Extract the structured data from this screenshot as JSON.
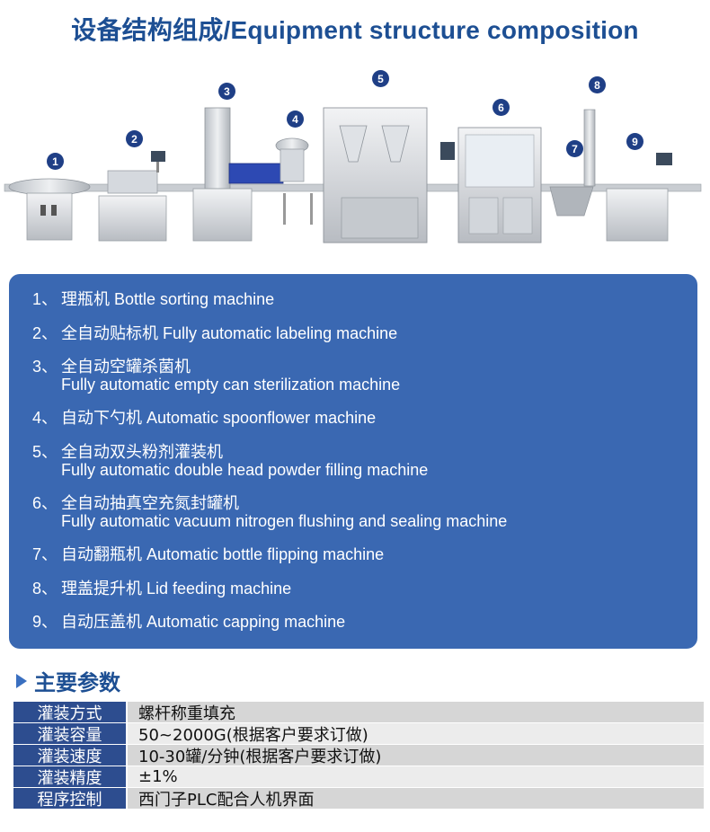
{
  "title": "设备结构组成/Equipment structure composition",
  "badges": [
    "1",
    "2",
    "3",
    "4",
    "5",
    "6",
    "7",
    "8",
    "9"
  ],
  "items": [
    {
      "num": "1、",
      "cn": "理瓶机",
      "en": "Bottle sorting machine",
      "inline": true
    },
    {
      "num": "2、",
      "cn": "全自动贴标机",
      "en": " Fully automatic labeling machine",
      "inline": true
    },
    {
      "num": "3、",
      "cn": "全自动空罐杀菌机",
      "en": "Fully automatic empty can sterilization machine",
      "inline": false
    },
    {
      "num": "4、",
      "cn": "自动下勺机",
      "en": "Automatic spoonflower machine",
      "inline": true
    },
    {
      "num": "5、",
      "cn": "全自动双头粉剂灌装机",
      "en": "Fully automatic double head powder filling machine",
      "inline": false
    },
    {
      "num": "6、",
      "cn": "全自动抽真空充氮封罐机",
      "en": "Fully automatic vacuum nitrogen flushing and sealing machine",
      "inline": false
    },
    {
      "num": "7、",
      "cn": "自动翻瓶机",
      "en": "Automatic bottle flipping machine",
      "inline": true
    },
    {
      "num": "8、",
      "cn": "理盖提升机",
      "en": " Lid feeding machine",
      "inline": true
    },
    {
      "num": "9、",
      "cn": "自动压盖机",
      "en": "Automatic capping machine",
      "inline": true
    }
  ],
  "params_title": "主要参数",
  "params": [
    {
      "k": "灌装方式",
      "v": "螺杆称重填充"
    },
    {
      "k": "灌装容量",
      "v": "50~2000G(根据客户要求订做)"
    },
    {
      "k": "灌装速度",
      "v": "10-30罐/分钟(根据客户要求订做)"
    },
    {
      "k": "灌装精度",
      "v": "±1%"
    },
    {
      "k": "程序控制",
      "v": "西门子PLC配合人机界面"
    }
  ]
}
